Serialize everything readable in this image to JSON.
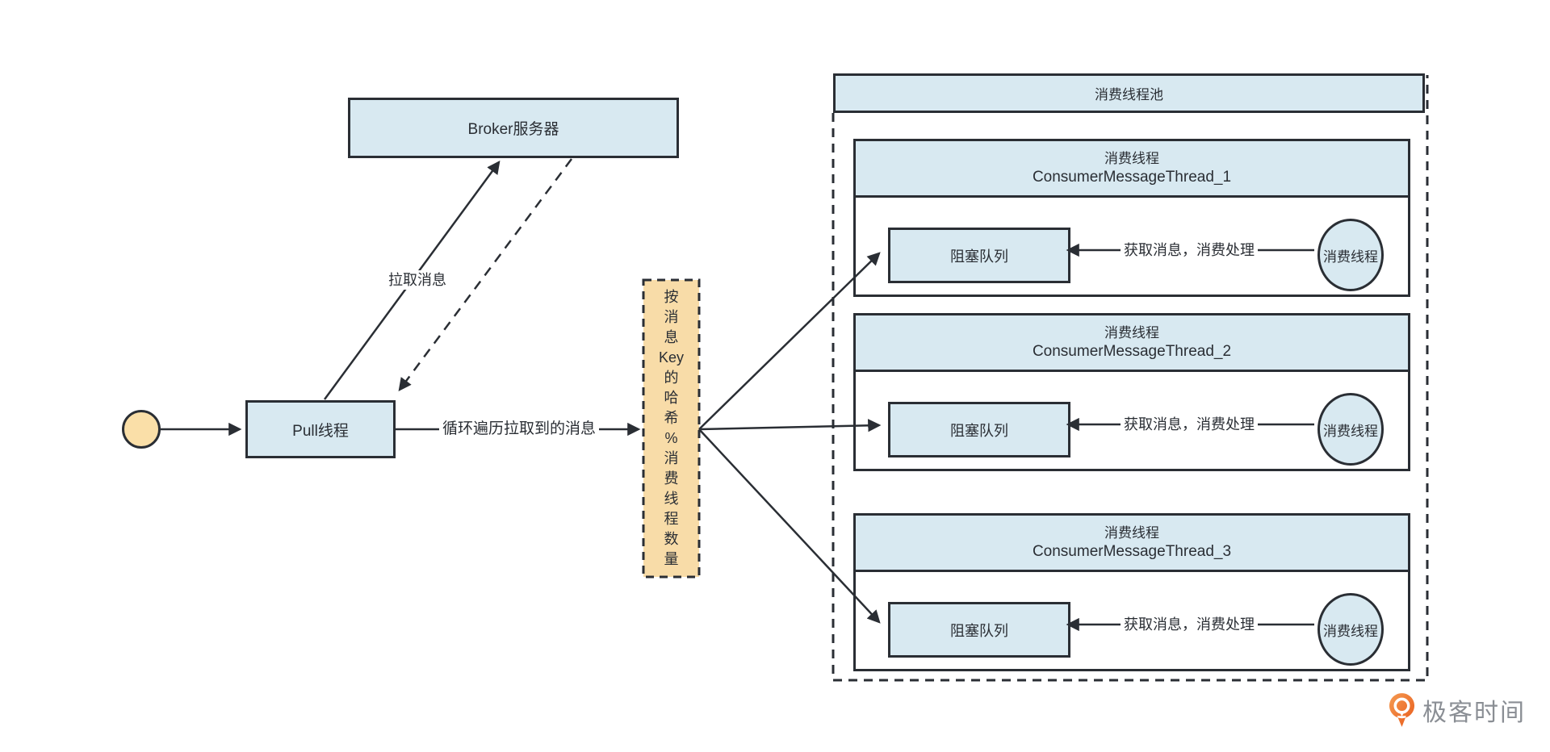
{
  "diagram": {
    "broker_box": {
      "label": "Broker服务器"
    },
    "pull_box": {
      "label": "Pull线程"
    },
    "hash_box": {
      "text": "按消息Key的哈希%消费线程数量",
      "lines": [
        "按",
        "消",
        "息",
        "Key",
        "的",
        "哈",
        "希",
        "%",
        "消",
        "费",
        "线",
        "程",
        "数",
        "量"
      ]
    },
    "edge_labels": {
      "pull_messages": "拉取消息",
      "loop_messages": "循环遍历拉取到的消息"
    },
    "pool": {
      "title": "消费线程池",
      "units": [
        {
          "title_line1": "消费线程",
          "title_line2": "ConsumerMessageThread_1",
          "queue_label": "阻塞队列",
          "edge_label": "获取消息，消费处理",
          "thread_label": "消费线程"
        },
        {
          "title_line1": "消费线程",
          "title_line2": "ConsumerMessageThread_2",
          "queue_label": "阻塞队列",
          "edge_label": "获取消息，消费处理",
          "thread_label": "消费线程"
        },
        {
          "title_line1": "消费线程",
          "title_line2": "ConsumerMessageThread_3",
          "queue_label": "阻塞队列",
          "edge_label": "获取消息，消费处理",
          "thread_label": "消费线程"
        }
      ]
    },
    "branding": {
      "logo_text": "极客时间"
    },
    "colors": {
      "box_fill_blue": "#d8e9f1",
      "box_fill_tan": "#f8dca8",
      "line_dark": "#2a2e34",
      "logo_orange": "#ed6c1f",
      "logo_text_gray": "#8a8e94"
    }
  }
}
